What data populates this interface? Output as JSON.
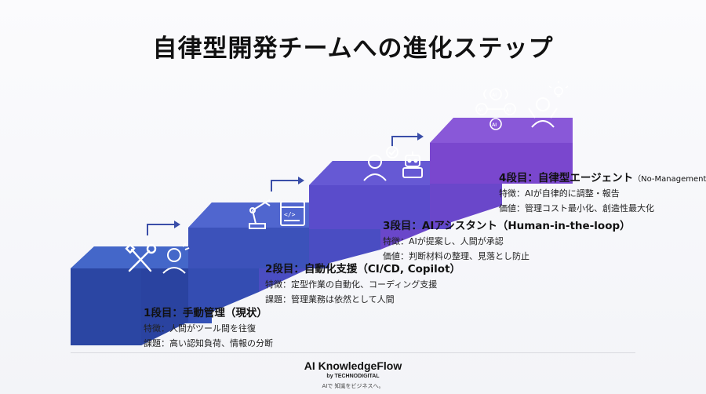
{
  "title": "自律型開発チームへの進化ステップ",
  "steps": [
    {
      "title": "1段目：手動管理（現状）",
      "subtitle": "",
      "line1": "特徴：人間がツール間を往復",
      "line2": "課題：高い認知負荷、情報の分断"
    },
    {
      "title": "2段目：自動化支援（CI/CD, Copilot）",
      "subtitle": "",
      "line1": "特徴：定型作業の自動化、コーディング支援",
      "line2": "課題：管理業務は依然として人間"
    },
    {
      "title": "3段目：AIアシスタント（Human-in-the-loop）",
      "subtitle": "",
      "line1": "特徴：AIが提案し、人間が承認",
      "line2": "価値：判断材料の整理、見落とし防止"
    },
    {
      "title": "4段目：自律型エージェント",
      "subtitle": "（No-Management）",
      "line1": "特徴：AIが自律的に調整・報告",
      "line2": "価値：管理コスト最小化、創造性最大化"
    }
  ],
  "icons": [
    "tools-icon",
    "stressed-person-icon",
    "robot-arm-icon",
    "code-window-icon",
    "person-icon",
    "check-bubble-icon",
    "robot-icon",
    "ai-network-icon",
    "happy-person-icon",
    "lightbulb-icon",
    "arrow-icon"
  ],
  "colors": {
    "step1": "#2f4fb0",
    "step2": "#3d55c0",
    "step3": "#5b4bc9",
    "step4": "#7e46cf",
    "arrow": "#3a4ea8"
  },
  "footer": {
    "brand": "AI KnowledgeFlow",
    "by": "by TECHNODIGITAL",
    "tagline": "AIで 知識をビジネスへ。"
  }
}
